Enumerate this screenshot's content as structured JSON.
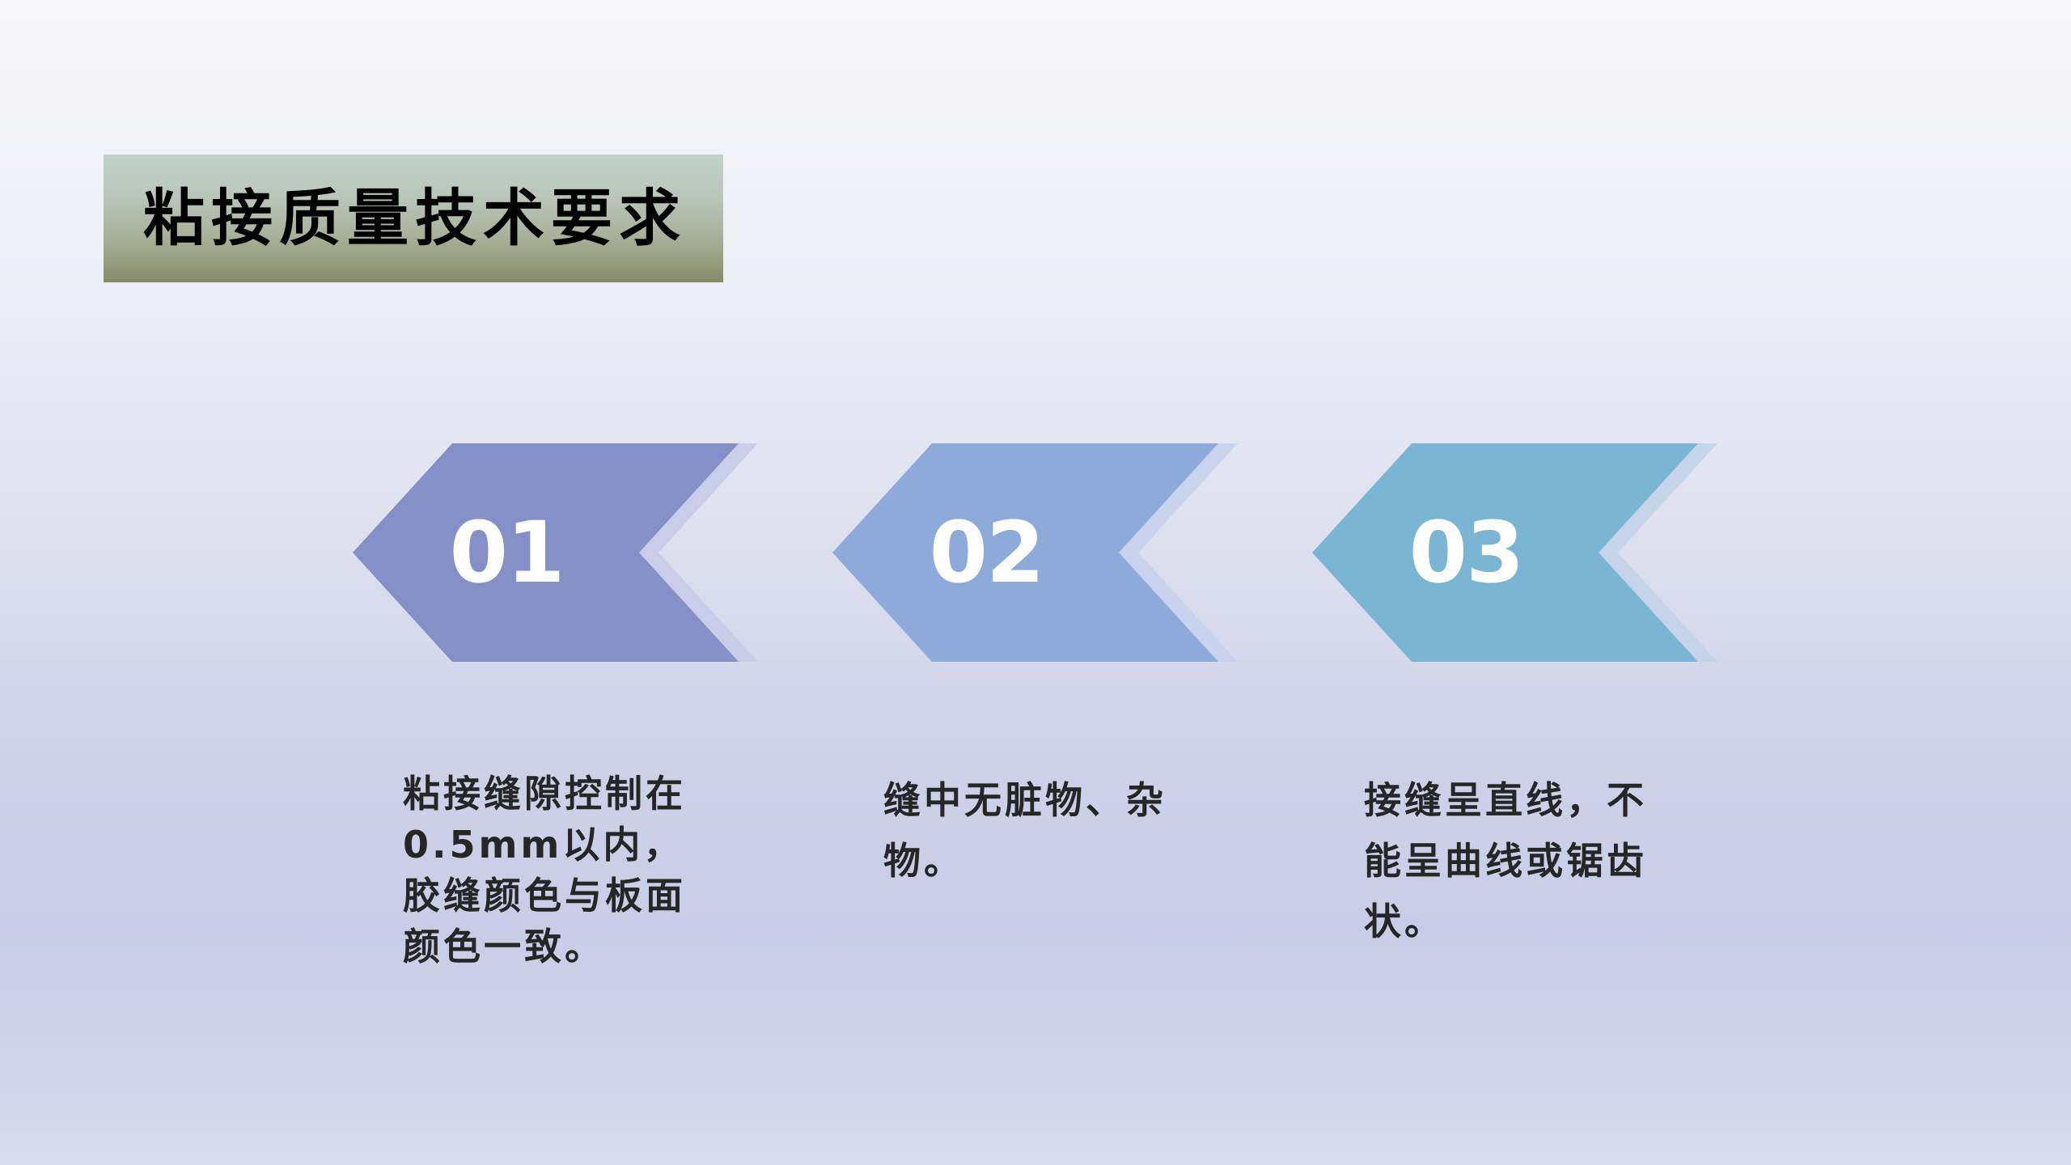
{
  "slide": {
    "title": "粘接质量技术要求",
    "colors": {
      "title_gradient_top": "#c1d2ca",
      "title_gradient_bottom": "#858a68",
      "background_top": "#f8f8fa",
      "background_mid": "#c8cce6",
      "background_bottom": "#dadcee",
      "text": "#262626"
    }
  },
  "steps": [
    {
      "number": "01",
      "color": "#8590c9",
      "shadow_color": "#c6cbe7",
      "description": "粘接缝隙控制在0.5mm以内，胶缝颜色与板面颜色一致。"
    },
    {
      "number": "02",
      "color": "#8eaadb",
      "shadow_color": "#c7d1ec",
      "description": "缝中无脏物、杂物。"
    },
    {
      "number": "03",
      "color": "#7bb5d4",
      "shadow_color": "#c3d3e8",
      "description": "接缝呈直线，不能呈曲线或锯齿状。"
    }
  ]
}
